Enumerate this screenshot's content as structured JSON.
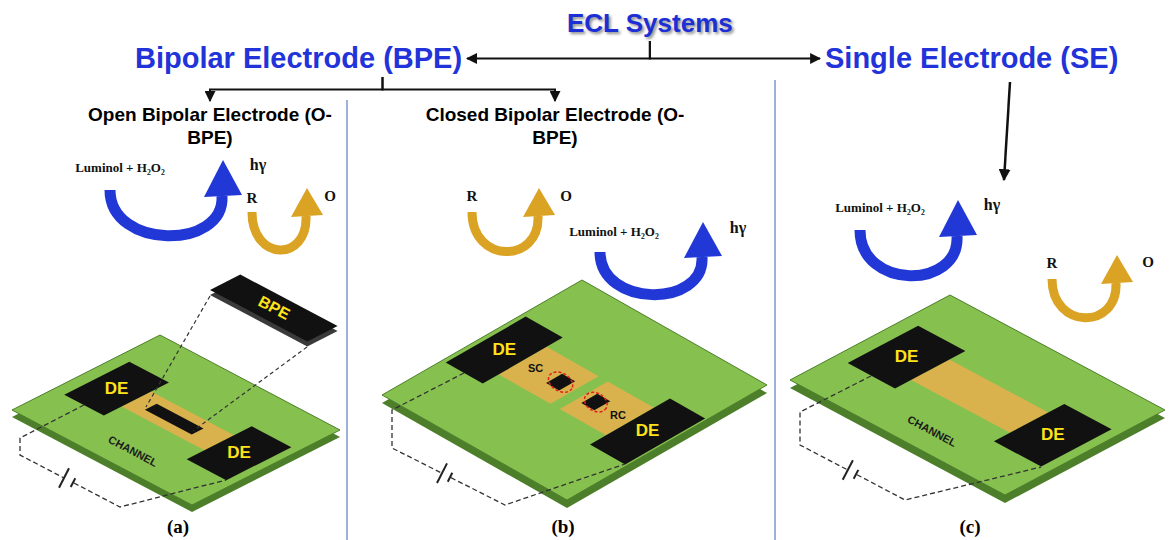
{
  "diagram": {
    "nodes": [
      {
        "text": [
          "ECL Systems"
        ]
      },
      {
        "text": [
          "Bipolar Electrode (BPE)"
        ]
      },
      {
        "text": [
          "Single Electrode (SE)"
        ]
      },
      {
        "text": [
          "Open Bipolar Electrode (O-BPE)"
        ]
      },
      {
        "text": [
          "Closed Bipolar Electrode (O-BPE)"
        ]
      }
    ],
    "edges": [
      {
        "from": 0,
        "to": 1,
        "arrow": "to"
      },
      {
        "from": 0,
        "to": 2,
        "arrow": "to"
      },
      {
        "from": 1,
        "to": 3,
        "arrow": "to"
      },
      {
        "from": 1,
        "to": 4,
        "arrow": "to"
      }
    ],
    "labels": [
      "Luminol + H₂O₂",
      "hγ",
      "BPE",
      "R",
      "O",
      "DE",
      "CHANNEL",
      "DE",
      "(a)",
      "R",
      "O",
      "Luminol + H₂O₂",
      "hγ",
      "DE",
      "SC",
      "RC",
      "DE",
      "(b)",
      "Luminol + H₂O₂",
      "hγ",
      "R",
      "O",
      "DE",
      "CHANNEL",
      "DE",
      "(c)"
    ]
  }
}
